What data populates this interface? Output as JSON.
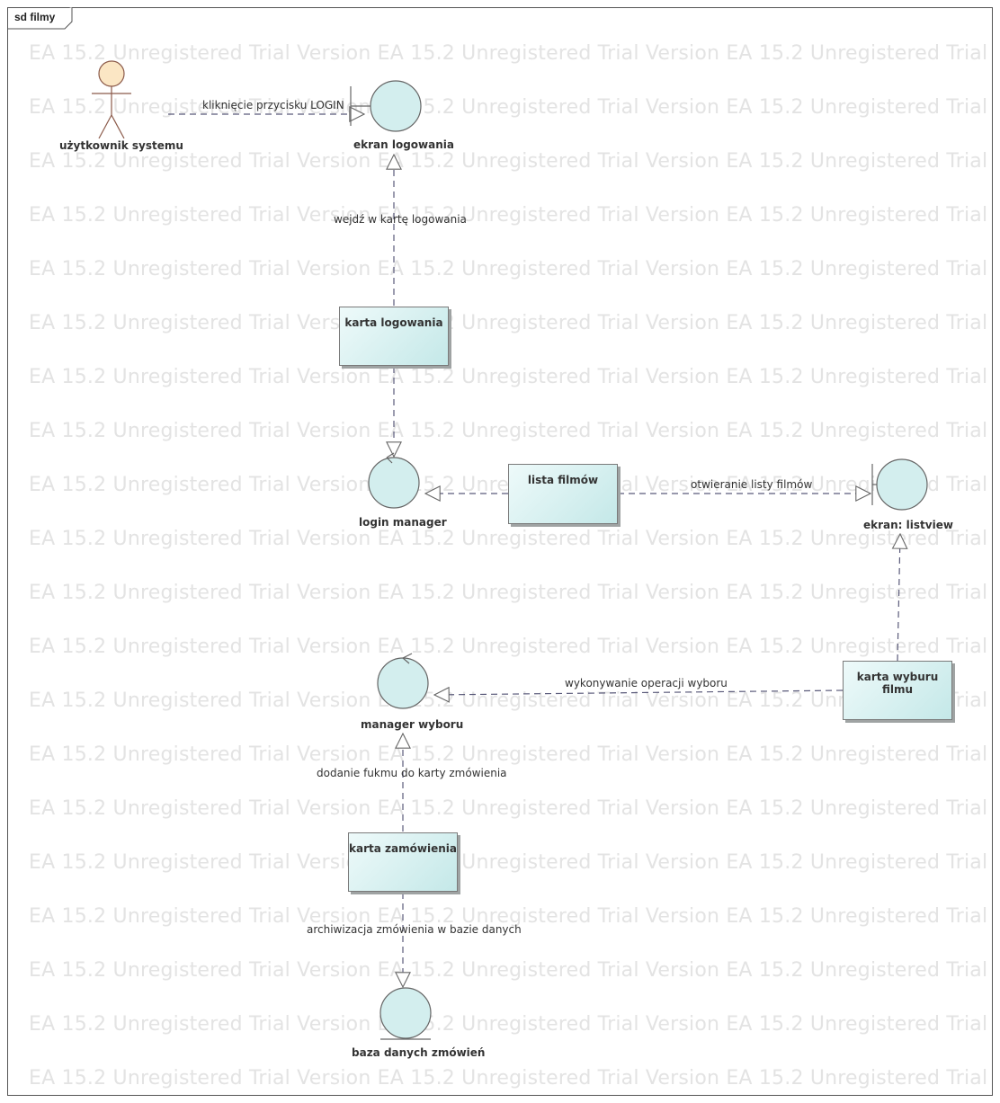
{
  "frame": {
    "title": "sd filmy"
  },
  "watermark": "EA 15.2 Unregistered Trial Version EA 15.2 Unregistered Trial Version EA 15.2 Unregistered Trial Version EA 15.2 Unregistered Trial Version",
  "colors": {
    "fill_light": "#eefafa",
    "fill_dark": "#c4e8e8",
    "actor_head": "#fbe6c4",
    "line": "#5a5a7a",
    "watermark": "#e3e3e3"
  },
  "nodes": {
    "actor_user": "użytkownik systemu",
    "boundary_login_screen": "ekran logowania",
    "box_login_card": "karta logowania",
    "control_login_manager": "login manager",
    "box_film_list": "lista filmów",
    "boundary_listview": "ekran: listview",
    "box_film_choice_card": "karta wyburu filmu",
    "control_choice_manager": "manager wyboru",
    "box_order_card": "karta zamówienia",
    "entity_orders_db": "baza danych zmówień"
  },
  "edges": {
    "click_login": "kliknięcie przycisku LOGIN",
    "enter_login_card": "wejdź w kartę logowania",
    "open_film_list": "otwieranie listy filmów",
    "choice_operation": "wykonywanie operacji wyboru",
    "add_film_to_order": "dodanie fukmu do karty zmówienia",
    "archive_order": "archiwizacja zmówienia w bazie danych"
  }
}
